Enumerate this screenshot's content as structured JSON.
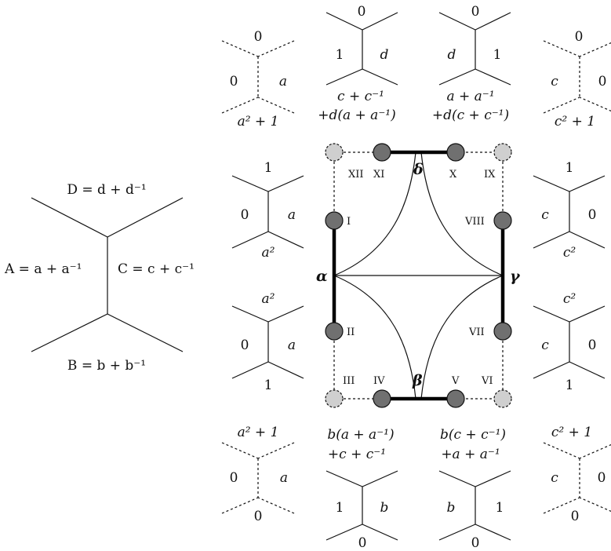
{
  "main_graph": {
    "label_D": "D = d + d⁻¹",
    "label_A": "A = a + a⁻¹",
    "label_C": "C = c + c⁻¹",
    "label_B": "B = b + b⁻¹"
  },
  "center": {
    "alpha": "α",
    "beta": "β",
    "gamma": "γ",
    "delta": "δ",
    "nodes": {
      "I": "I",
      "II": "II",
      "III": "III",
      "IV": "IV",
      "V": "V",
      "VI": "VI",
      "VII": "VII",
      "VIII": "VIII",
      "IX": "IX",
      "X": "X",
      "XI": "XI",
      "XII": "XII"
    }
  },
  "top_row": [
    {
      "top": "0",
      "left": "0",
      "right": "a",
      "bottom": "a² + 1",
      "bottom2": ""
    },
    {
      "top": "0",
      "left": "1",
      "right": "d",
      "bottom": "c + c⁻¹",
      "bottom2": "+d(a + a⁻¹)"
    },
    {
      "top": "0",
      "left": "d",
      "right": "1",
      "bottom": "a + a⁻¹",
      "bottom2": "+d(c + c⁻¹)"
    },
    {
      "top": "0",
      "left": "c",
      "right": "0",
      "bottom": "c² + 1",
      "bottom2": ""
    }
  ],
  "left_col": [
    {
      "top": "1",
      "left": "0",
      "right": "a",
      "bottom": "a²"
    },
    {
      "top": "a²",
      "left": "0",
      "right": "a",
      "bottom": "1"
    }
  ],
  "right_col": [
    {
      "top": "1",
      "left": "c",
      "right": "0",
      "bottom": "c²"
    },
    {
      "top": "c²",
      "left": "c",
      "right": "0",
      "bottom": "1"
    }
  ],
  "bottom_row": [
    {
      "top": "a² + 1",
      "top2": "",
      "left": "0",
      "right": "a",
      "bottom": "0"
    },
    {
      "top": "b(a + a⁻¹)",
      "top2": "+c + c⁻¹",
      "left": "1",
      "right": "b",
      "bottom": "0"
    },
    {
      "top": "b(c + c⁻¹)",
      "top2": "+a + a⁻¹",
      "left": "b",
      "right": "1",
      "bottom": "0"
    },
    {
      "top": "c² + 1",
      "top2": "",
      "left": "c",
      "right": "0",
      "bottom": "0"
    }
  ]
}
